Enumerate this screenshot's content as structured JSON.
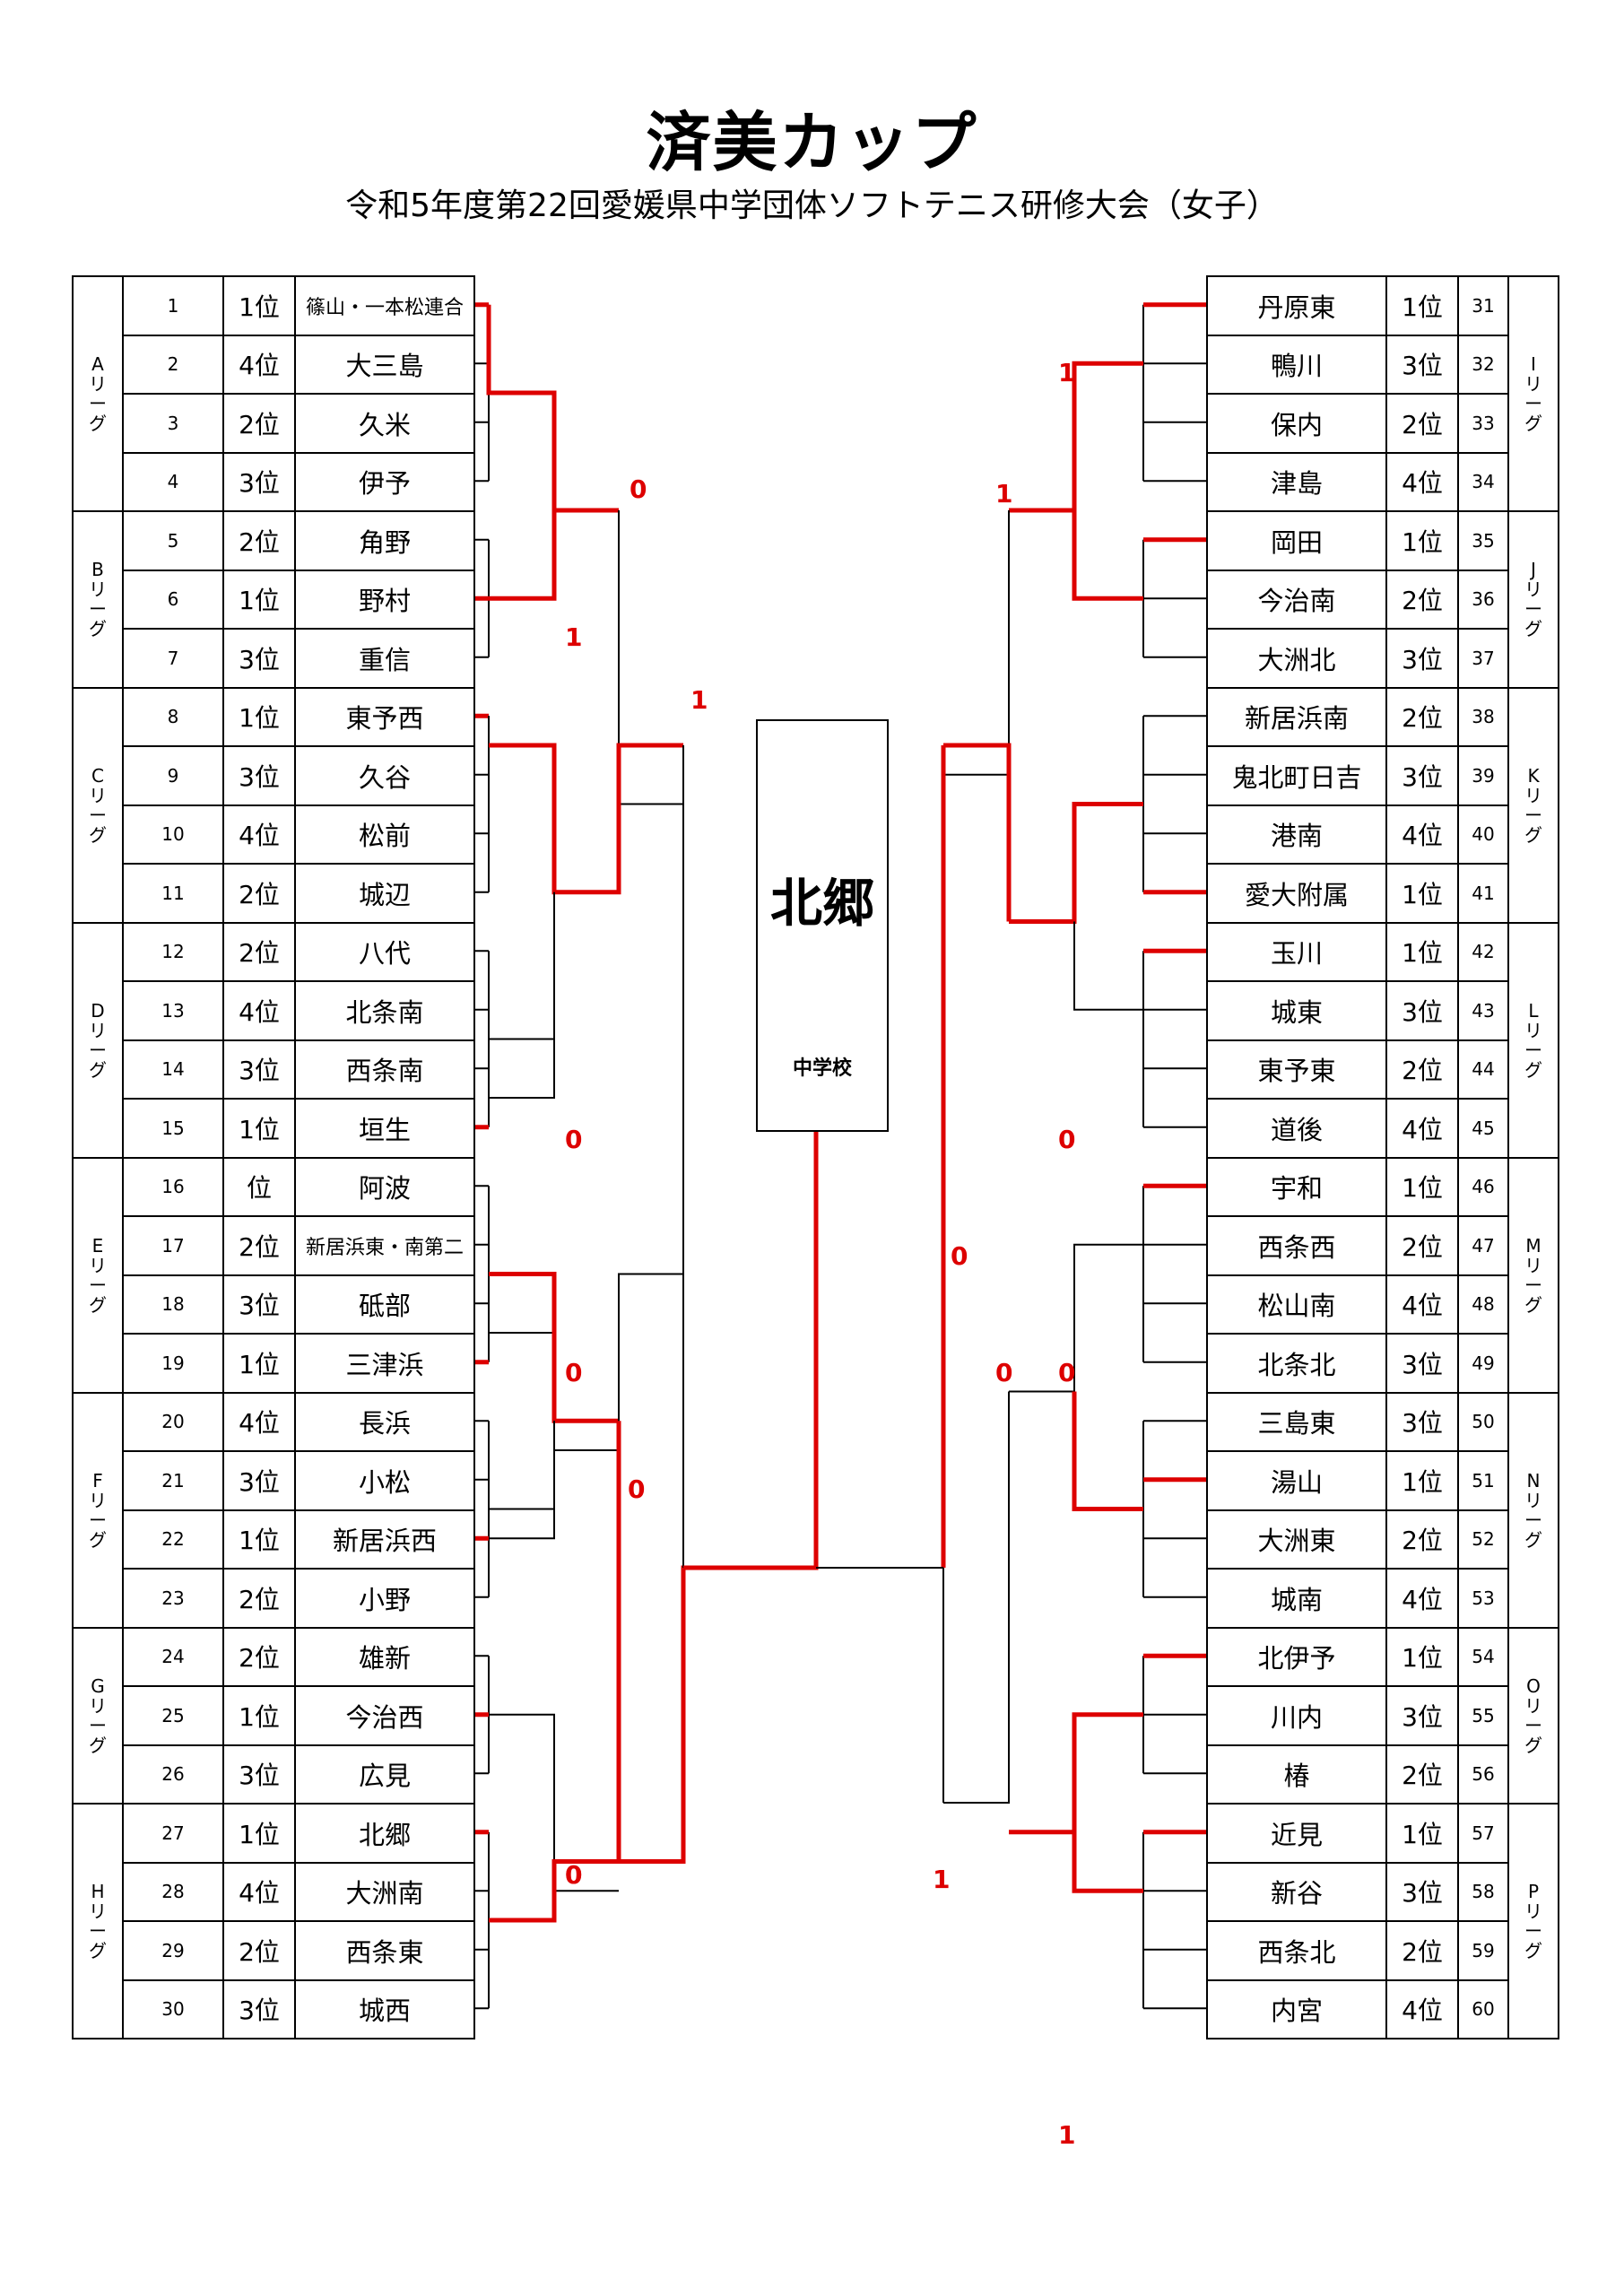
{
  "header": {
    "title": "済美カップ",
    "subtitle": "令和5年度第22回愛媛県中学団体ソフトテニス研修大会（女子）"
  },
  "champion": {
    "name": "北郷",
    "suffix": "中学校"
  },
  "colors": {
    "winner_line": "#dd0000",
    "line": "#000000"
  },
  "left_leagues": [
    {
      "label": "Aリーグ",
      "teams": [
        {
          "no": "1",
          "rank": "1位",
          "school": "篠山・一本松連合"
        },
        {
          "no": "2",
          "rank": "4位",
          "school": "大三島"
        },
        {
          "no": "3",
          "rank": "2位",
          "school": "久米"
        },
        {
          "no": "4",
          "rank": "3位",
          "school": "伊予"
        }
      ]
    },
    {
      "label": "Bリーグ",
      "teams": [
        {
          "no": "5",
          "rank": "2位",
          "school": "角野"
        },
        {
          "no": "6",
          "rank": "1位",
          "school": "野村"
        },
        {
          "no": "7",
          "rank": "3位",
          "school": "重信"
        }
      ]
    },
    {
      "label": "Cリーグ",
      "teams": [
        {
          "no": "8",
          "rank": "1位",
          "school": "東予西"
        },
        {
          "no": "9",
          "rank": "3位",
          "school": "久谷"
        },
        {
          "no": "10",
          "rank": "4位",
          "school": "松前"
        },
        {
          "no": "11",
          "rank": "2位",
          "school": "城辺"
        }
      ]
    },
    {
      "label": "Dリーグ",
      "teams": [
        {
          "no": "12",
          "rank": "2位",
          "school": "八代"
        },
        {
          "no": "13",
          "rank": "4位",
          "school": "北条南"
        },
        {
          "no": "14",
          "rank": "3位",
          "school": "西条南"
        },
        {
          "no": "15",
          "rank": "1位",
          "school": "垣生"
        }
      ]
    },
    {
      "label": "Eリーグ",
      "teams": [
        {
          "no": "16",
          "rank": "位",
          "school": "阿波"
        },
        {
          "no": "17",
          "rank": "2位",
          "school": "新居浜東・南第二"
        },
        {
          "no": "18",
          "rank": "3位",
          "school": "砥部"
        },
        {
          "no": "19",
          "rank": "1位",
          "school": "三津浜"
        }
      ]
    },
    {
      "label": "Fリーグ",
      "teams": [
        {
          "no": "20",
          "rank": "4位",
          "school": "長浜"
        },
        {
          "no": "21",
          "rank": "3位",
          "school": "小松"
        },
        {
          "no": "22",
          "rank": "1位",
          "school": "新居浜西"
        },
        {
          "no": "23",
          "rank": "2位",
          "school": "小野"
        }
      ]
    },
    {
      "label": "Gリーグ",
      "teams": [
        {
          "no": "24",
          "rank": "2位",
          "school": "雄新"
        },
        {
          "no": "25",
          "rank": "1位",
          "school": "今治西"
        },
        {
          "no": "26",
          "rank": "3位",
          "school": "広見"
        }
      ]
    },
    {
      "label": "Hリーグ",
      "teams": [
        {
          "no": "27",
          "rank": "1位",
          "school": "北郷"
        },
        {
          "no": "28",
          "rank": "4位",
          "school": "大洲南"
        },
        {
          "no": "29",
          "rank": "2位",
          "school": "西条東"
        },
        {
          "no": "30",
          "rank": "3位",
          "school": "城西"
        }
      ]
    }
  ],
  "right_leagues": [
    {
      "label": "Iリーグ",
      "teams": [
        {
          "no": "31",
          "rank": "1位",
          "school": "丹原東"
        },
        {
          "no": "32",
          "rank": "3位",
          "school": "鴨川"
        },
        {
          "no": "33",
          "rank": "2位",
          "school": "保内"
        },
        {
          "no": "34",
          "rank": "4位",
          "school": "津島"
        }
      ]
    },
    {
      "label": "Jリーグ",
      "teams": [
        {
          "no": "35",
          "rank": "1位",
          "school": "岡田"
        },
        {
          "no": "36",
          "rank": "2位",
          "school": "今治南"
        },
        {
          "no": "37",
          "rank": "3位",
          "school": "大洲北"
        }
      ]
    },
    {
      "label": "Kリーグ",
      "teams": [
        {
          "no": "38",
          "rank": "2位",
          "school": "新居浜南"
        },
        {
          "no": "39",
          "rank": "3位",
          "school": "鬼北町日吉"
        },
        {
          "no": "40",
          "rank": "4位",
          "school": "港南"
        },
        {
          "no": "41",
          "rank": "1位",
          "school": "愛大附属"
        }
      ]
    },
    {
      "label": "Lリーグ",
      "teams": [
        {
          "no": "42",
          "rank": "1位",
          "school": "玉川"
        },
        {
          "no": "43",
          "rank": "3位",
          "school": "城東"
        },
        {
          "no": "44",
          "rank": "2位",
          "school": "東予東"
        },
        {
          "no": "45",
          "rank": "4位",
          "school": "道後"
        }
      ]
    },
    {
      "label": "Mリーグ",
      "teams": [
        {
          "no": "46",
          "rank": "1位",
          "school": "宇和"
        },
        {
          "no": "47",
          "rank": "2位",
          "school": "西条西"
        },
        {
          "no": "48",
          "rank": "4位",
          "school": "松山南"
        },
        {
          "no": "49",
          "rank": "3位",
          "school": "北条北"
        }
      ]
    },
    {
      "label": "Nリーグ",
      "teams": [
        {
          "no": "50",
          "rank": "3位",
          "school": "三島東"
        },
        {
          "no": "51",
          "rank": "1位",
          "school": "湯山"
        },
        {
          "no": "52",
          "rank": "2位",
          "school": "大洲東"
        },
        {
          "no": "53",
          "rank": "4位",
          "school": "城南"
        }
      ]
    },
    {
      "label": "Oリーグ",
      "teams": [
        {
          "no": "54",
          "rank": "1位",
          "school": "北伊予"
        },
        {
          "no": "55",
          "rank": "3位",
          "school": "川内"
        },
        {
          "no": "56",
          "rank": "2位",
          "school": "椿"
        }
      ]
    },
    {
      "label": "Pリーグ",
      "teams": [
        {
          "no": "57",
          "rank": "1位",
          "school": "近見"
        },
        {
          "no": "58",
          "rank": "3位",
          "school": "新谷"
        },
        {
          "no": "59",
          "rank": "2位",
          "school": "西条北"
        },
        {
          "no": "60",
          "rank": "4位",
          "school": "内宮"
        }
      ]
    }
  ],
  "scores": [
    "0",
    "1",
    "1",
    "0",
    "0",
    "0",
    "0",
    "0",
    "1",
    "1",
    "0",
    "0",
    "0",
    "0",
    "1",
    "1"
  ]
}
